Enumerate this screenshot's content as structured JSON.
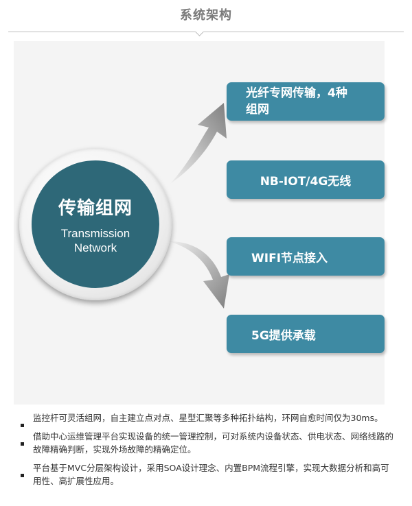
{
  "header": {
    "title": "系统架构"
  },
  "hub": {
    "title": "传输组网",
    "subtitle_line1": "Transmission",
    "subtitle_line2": "Network"
  },
  "options": [
    {
      "label_line1": "光纤专网传输，4种",
      "label_line2": "组网"
    },
    {
      "label": "NB-IOT/4G无线"
    },
    {
      "label": "WIFI节点接入"
    },
    {
      "label": "5G提供承载"
    }
  ],
  "bullets": [
    "监控杆可灵活组网，自主建立点对点、星型汇聚等多种拓扑结构，环网自愈时间仅为30ms。",
    "借助中心运维管理平台实现设备的统一管理控制，可对系统内设备状态、供电状态、网络线路的故障精确判断，实现外场故障的精确定位。",
    "平台基于MVC分层架构设计，采用SOA设计理念、内置BPM流程引擎，实现大数据分析和高可用性、高扩展性应用。"
  ],
  "colors": {
    "box": "#3e8aa3",
    "hub": "#2e6878",
    "arrow": "#8a8a8a"
  }
}
